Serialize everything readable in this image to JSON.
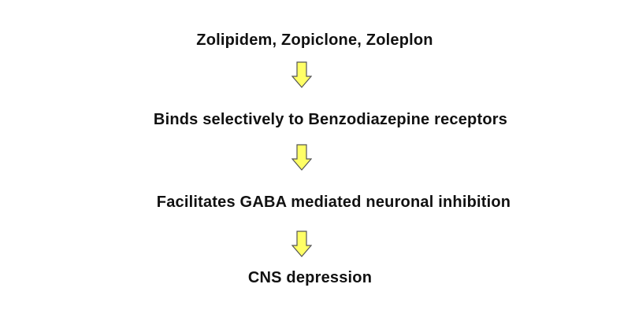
{
  "flow": {
    "steps": [
      "Zolipidem, Zopiclone, Zoleplon",
      "Binds selectively to Benzodiazepine receptors",
      "Facilitates GABA mediated neuronal inhibition",
      "CNS depression"
    ],
    "arrow_icon": "down-arrow-icon",
    "arrow_fill_color": "#ffff66",
    "arrow_stroke_color": "#555555"
  }
}
